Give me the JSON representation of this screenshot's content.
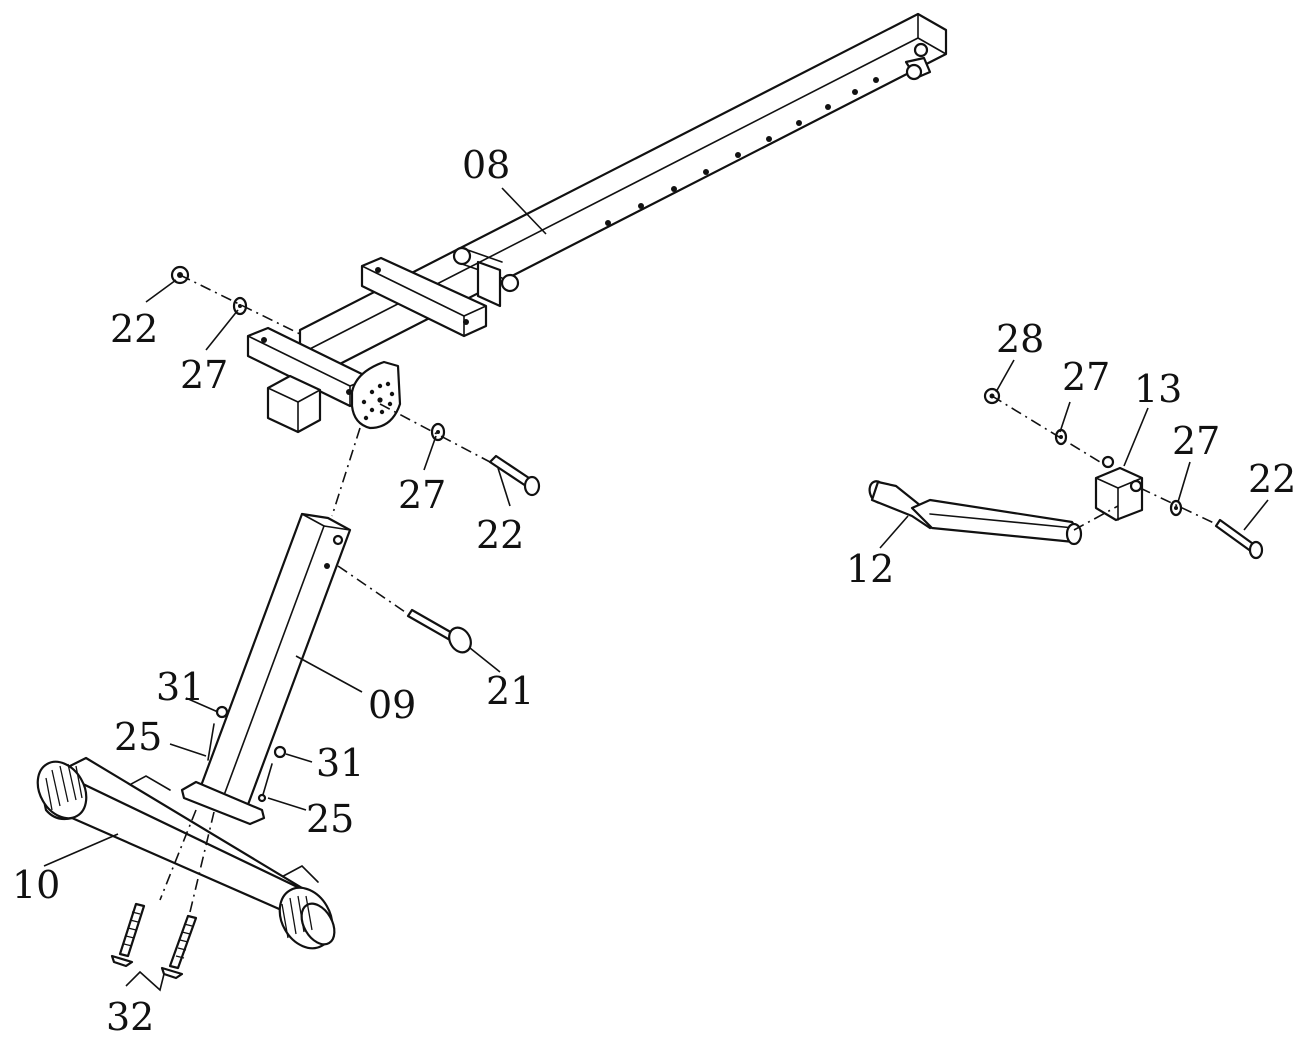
{
  "labels": {
    "l08": "08",
    "l22a": "22",
    "l27a": "27",
    "l27b": "27",
    "l22b": "22",
    "l09": "09",
    "l21": "21",
    "l31a": "31",
    "l25a": "25",
    "l31b": "31",
    "l25b": "25",
    "l10": "10",
    "l32": "32",
    "l28": "28",
    "l27c": "27",
    "l13": "13",
    "l27d": "27",
    "l22c": "22",
    "l12": "12"
  }
}
